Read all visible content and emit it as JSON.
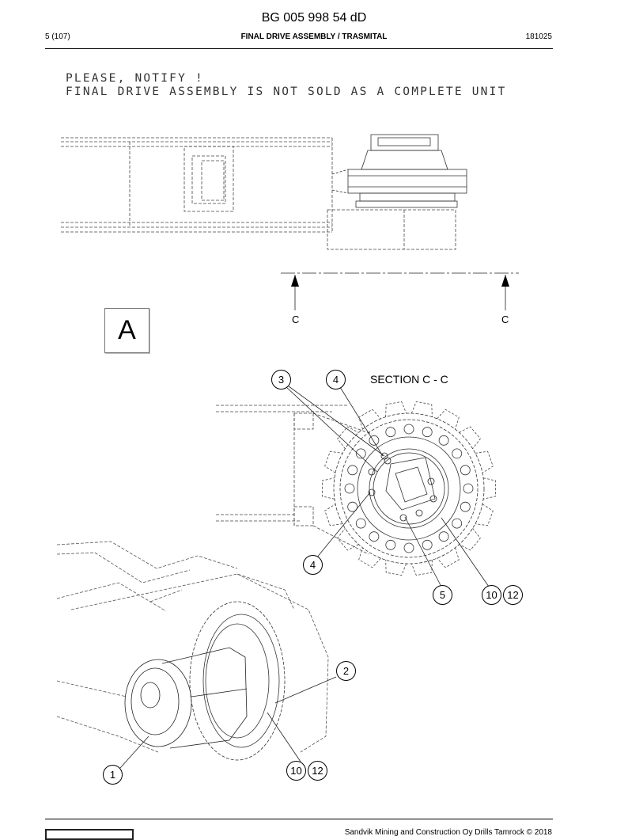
{
  "header": {
    "doc_code": "BG 005 998 54 dD",
    "page": "5 (107)",
    "title": "FINAL DRIVE ASSEMBLY / TRASMITAL",
    "date": "181025"
  },
  "notice": {
    "line1": "PLEASE, NOTIFY !",
    "line2": "FINAL DRIVE ASSEMBLY IS NOT SOLD AS A COMPLETE UNIT"
  },
  "views": {
    "view_label": "A",
    "section_left": "C",
    "section_right": "C",
    "section_title": "SECTION C - C"
  },
  "callouts": {
    "c3": "3",
    "c4_top": "4",
    "c4_mid": "4",
    "c5": "5",
    "c10_a": "10",
    "c12_a": "12",
    "c2": "2",
    "c1": "1",
    "c10_b": "10",
    "c12_b": "12"
  },
  "footer": {
    "copyright": "Sandvik Mining and Construction Oy Drills Tamrock © 2018"
  }
}
